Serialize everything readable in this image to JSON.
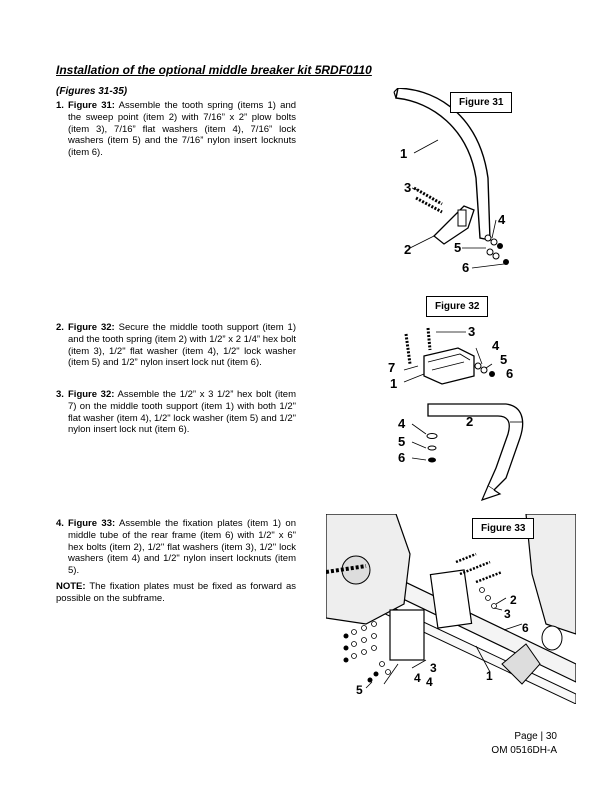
{
  "title": "Installation of the optional middle breaker kit 5RDF0110",
  "subtitle": "(Figures 31-35)",
  "steps": [
    {
      "num": "1.",
      "figure": "Figure 31:",
      "text": " Assemble the tooth spring (items 1) and the sweep point (item 2) with 7/16” x 2” plow bolts (item 3), 7/16” flat washers (item 4), 7/16” lock washers (item 5) and the 7/16” nylon insert locknuts (item 6)."
    },
    {
      "num": "2.",
      "figure": "Figure 32:",
      "text": " Secure the middle tooth support (item 1) and the tooth spring (item 2) with 1/2” x 2 1/4” hex bolt (item 3), 1/2\" flat washer (item 4), 1/2\" lock washer (item 5) and 1/2” nylon insert lock nut (item 6)."
    },
    {
      "num": "3.",
      "figure": "Figure 32:",
      "text": " Assemble the 1/2” x 3 1/2” hex bolt (item 7) on the middle tooth support (item 1) with both 1/2\" flat washer (item 4), 1/2\" lock washer (item 5) and 1/2\" nylon insert lock nut (item 6)."
    },
    {
      "num": "4.",
      "figure": "Figure 33:",
      "text": " Assemble the fixation plates (item 1) on middle tube of the rear frame (item 6) with 1/2\" x 6\" hex bolts (item 2), 1/2\" flat washers (item 3), 1/2\" lock washers (item 4) and 1/2\" nylon insert locknuts (item 5)."
    }
  ],
  "note": {
    "label": "NOTE:",
    "text": " The fixation plates must be fixed as forward as possible on the subframe."
  },
  "figures": {
    "fig31": {
      "label": "Figure 31",
      "callouts": [
        "1",
        "2",
        "3",
        "4",
        "5",
        "6"
      ]
    },
    "fig32": {
      "label": "Figure 32",
      "callouts": [
        "1",
        "2",
        "3",
        "4",
        "5",
        "6",
        "7",
        "4",
        "5",
        "6"
      ]
    },
    "fig33": {
      "label": "Figure 33",
      "callouts": [
        "1",
        "2",
        "3",
        "4",
        "5",
        "6",
        "3",
        "4"
      ]
    }
  },
  "footer": {
    "page": "Page | 30",
    "doc": "OM 0516DH-A"
  }
}
